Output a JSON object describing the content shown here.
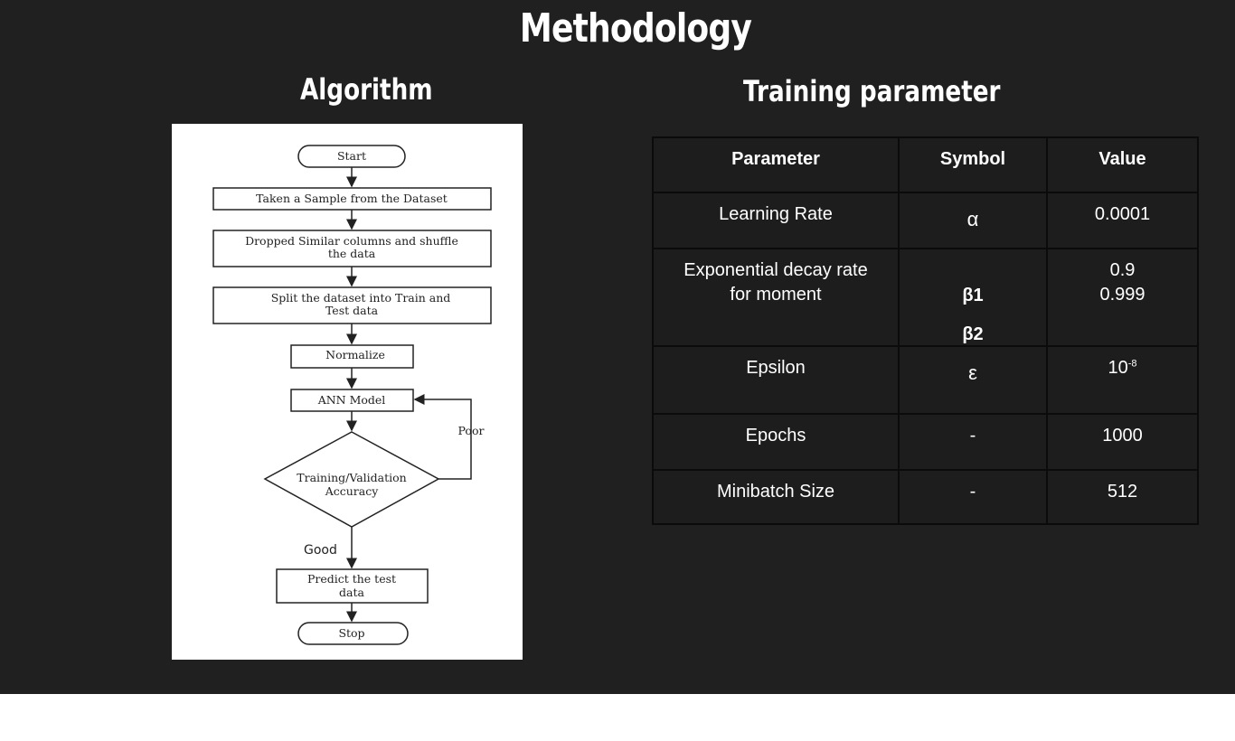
{
  "slide": {
    "title": "Methodology",
    "algorithm_title": "Algorithm",
    "training_title": "Training parameter"
  },
  "flowchart": {
    "start": "Start",
    "step1": "Taken a Sample from the Dataset",
    "step2_line1": "Dropped Similar columns and shuffle",
    "step2_line2": "the data",
    "step3_line1": "Split the dataset into Train and",
    "step3_line2": "Test data",
    "step4": "Normalize",
    "step5": "ANN Model",
    "decision_line1": "Training/Validation",
    "decision_line2": "Accuracy",
    "poor_label": "Poor",
    "good_label": "Good",
    "step6_line1": "Predict the test",
    "step6_line2": "data",
    "stop": "Stop"
  },
  "table": {
    "headers": [
      "Parameter",
      "Symbol",
      "Value"
    ],
    "rows": [
      {
        "parameter": "Learning Rate",
        "symbol": "α",
        "value": "0.0001"
      },
      {
        "parameter_line1": "Exponential decay rate",
        "parameter_line2": "for moment",
        "symbol1": "β1",
        "symbol2": "β2",
        "value1": "0.9",
        "value2": "0.999"
      },
      {
        "parameter": "Epsilon",
        "symbol": "ε",
        "value_base": "10",
        "value_exp": "-8"
      },
      {
        "parameter": "Epochs",
        "symbol": "-",
        "value": "1000"
      },
      {
        "parameter": "Minibatch Size",
        "symbol": "-",
        "value": "512"
      }
    ]
  }
}
